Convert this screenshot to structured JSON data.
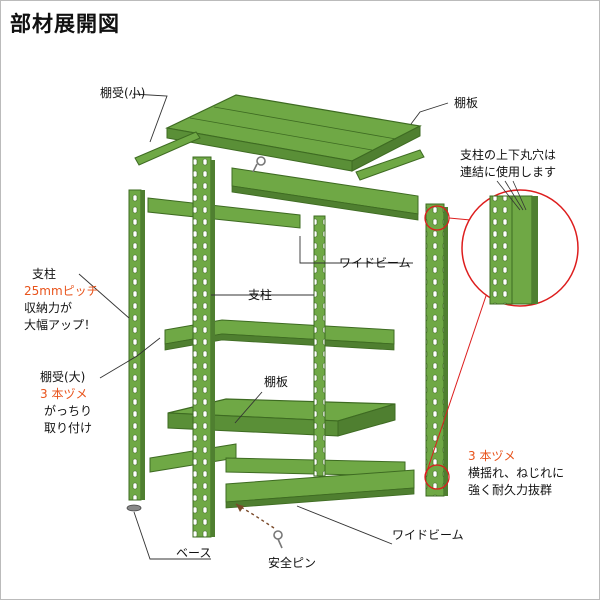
{
  "title": "部材展開図",
  "labels": {
    "shelf_support_small": "棚受(小)",
    "shelf_board_top": "棚板",
    "post_hole_line1": "支柱の上下丸穴は",
    "post_hole_line2": "連結に使用します",
    "wide_beam_upper": "ワイドビーム",
    "post_left_line1": "支柱",
    "post_left_line2": "25mmピッチ",
    "post_left_line3": "収納力が",
    "post_left_line4": "大幅アップ！",
    "post_center": "支柱",
    "shelf_support_large_line1": "棚受(大)",
    "shelf_support_large_line2": "3 本ヅメ",
    "shelf_support_large_line3": "がっちり",
    "shelf_support_large_line4": "取り付け",
    "shelf_board_mid": "棚板",
    "claw_line1": "3 本ヅメ",
    "claw_line2": "横揺れ、ねじれに",
    "claw_line3": "強く耐久力抜群",
    "wide_beam_lower": "ワイドビーム",
    "base": "ベース",
    "safety_pin": "安全ピン"
  },
  "colors": {
    "part_green": "#6fa845",
    "part_dark": "#3e6b22",
    "leader_line": "#333333",
    "leader_red": "#dd1d1d",
    "accent_orange": "#e8531b"
  }
}
